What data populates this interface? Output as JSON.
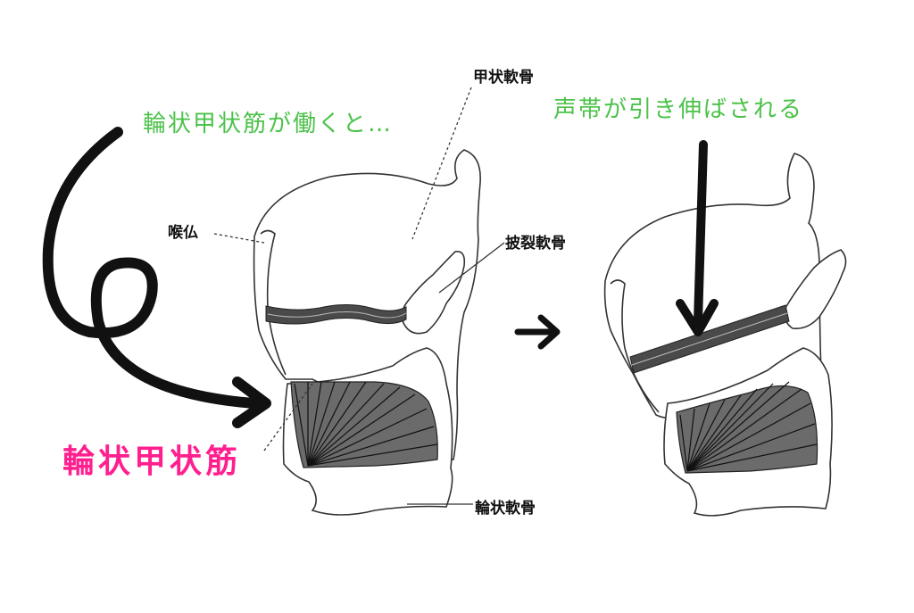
{
  "labels": {
    "thyroid_cartilage": "甲状軟骨",
    "adams_apple": "喉仏",
    "arytenoid_cartilage": "披裂軟骨",
    "cricoid_cartilage": "輪状軟骨",
    "caption_left": "輪状甲状筋が働くと…",
    "caption_right": "声帯が引き伸ばされる",
    "muscle_name": "輪状甲状筋"
  },
  "colors": {
    "caption_green": "#4cc24a",
    "muscle_pink": "#ff1f8e",
    "muscle_fill": "#6b6b6b",
    "outline": "#333333",
    "arrow": "#111111"
  }
}
